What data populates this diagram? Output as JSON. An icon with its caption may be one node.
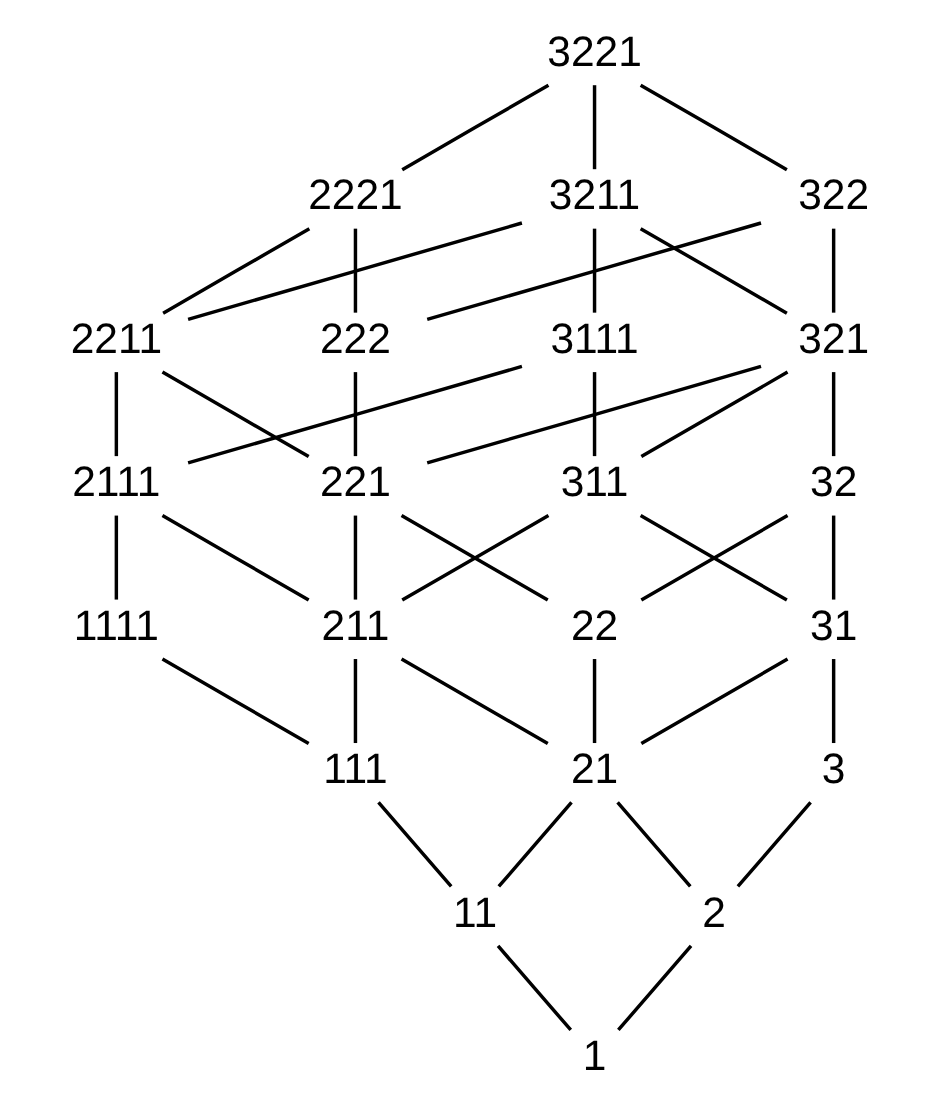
{
  "diagram": {
    "nodes": [
      {
        "text": [
          "3221"
        ]
      },
      {
        "text": [
          "3211"
        ]
      },
      {
        "text": [
          "2221"
        ]
      },
      {
        "text": [
          "322"
        ]
      },
      {
        "text": [
          "3111"
        ]
      },
      {
        "text": [
          "2211"
        ]
      },
      {
        "text": [
          "321"
        ]
      },
      {
        "text": [
          "222"
        ]
      },
      {
        "text": [
          "2111"
        ]
      },
      {
        "text": [
          "311"
        ]
      },
      {
        "text": [
          "221"
        ]
      },
      {
        "text": [
          "32"
        ]
      },
      {
        "text": [
          "1111"
        ]
      },
      {
        "text": [
          "211"
        ]
      },
      {
        "text": [
          "31"
        ]
      },
      {
        "text": [
          "22"
        ]
      },
      {
        "text": [
          "111"
        ]
      },
      {
        "text": [
          "21"
        ]
      },
      {
        "text": [
          "3"
        ]
      },
      {
        "text": [
          "11"
        ]
      },
      {
        "text": [
          "2"
        ]
      },
      {
        "text": [
          "1"
        ]
      }
    ],
    "edges": [
      {
        "from": 0,
        "to": 1,
        "arrow": "none"
      },
      {
        "from": 0,
        "to": 2,
        "arrow": "none"
      },
      {
        "from": 0,
        "to": 3,
        "arrow": "none"
      },
      {
        "from": 1,
        "to": 4,
        "arrow": "none"
      },
      {
        "from": 1,
        "to": 5,
        "arrow": "none"
      },
      {
        "from": 1,
        "to": 6,
        "arrow": "none"
      },
      {
        "from": 2,
        "to": 5,
        "arrow": "none"
      },
      {
        "from": 2,
        "to": 7,
        "arrow": "none"
      },
      {
        "from": 3,
        "to": 6,
        "arrow": "none"
      },
      {
        "from": 3,
        "to": 7,
        "arrow": "none"
      },
      {
        "from": 4,
        "to": 8,
        "arrow": "none"
      },
      {
        "from": 4,
        "to": 9,
        "arrow": "none"
      },
      {
        "from": 5,
        "to": 8,
        "arrow": "none"
      },
      {
        "from": 5,
        "to": 10,
        "arrow": "none"
      },
      {
        "from": 6,
        "to": 9,
        "arrow": "none"
      },
      {
        "from": 6,
        "to": 10,
        "arrow": "none"
      },
      {
        "from": 6,
        "to": 11,
        "arrow": "none"
      },
      {
        "from": 7,
        "to": 10,
        "arrow": "none"
      },
      {
        "from": 8,
        "to": 12,
        "arrow": "none"
      },
      {
        "from": 8,
        "to": 13,
        "arrow": "none"
      },
      {
        "from": 9,
        "to": 13,
        "arrow": "none"
      },
      {
        "from": 9,
        "to": 14,
        "arrow": "none"
      },
      {
        "from": 10,
        "to": 13,
        "arrow": "none"
      },
      {
        "from": 10,
        "to": 15,
        "arrow": "none"
      },
      {
        "from": 11,
        "to": 14,
        "arrow": "none"
      },
      {
        "from": 11,
        "to": 15,
        "arrow": "none"
      },
      {
        "from": 12,
        "to": 16,
        "arrow": "none"
      },
      {
        "from": 13,
        "to": 16,
        "arrow": "none"
      },
      {
        "from": 13,
        "to": 17,
        "arrow": "none"
      },
      {
        "from": 14,
        "to": 17,
        "arrow": "none"
      },
      {
        "from": 14,
        "to": 18,
        "arrow": "none"
      },
      {
        "from": 15,
        "to": 17,
        "arrow": "none"
      },
      {
        "from": 16,
        "to": 19,
        "arrow": "none"
      },
      {
        "from": 17,
        "to": 19,
        "arrow": "none"
      },
      {
        "from": 17,
        "to": 20,
        "arrow": "none"
      },
      {
        "from": 18,
        "to": 20,
        "arrow": "none"
      },
      {
        "from": 19,
        "to": 21,
        "arrow": "none"
      },
      {
        "from": 20,
        "to": 21,
        "arrow": "none"
      }
    ]
  }
}
